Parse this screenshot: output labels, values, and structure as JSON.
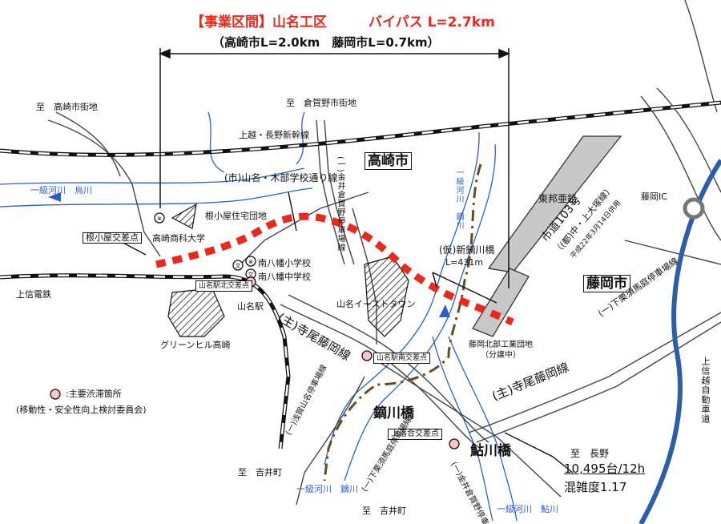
{
  "header": {
    "title_left": "【事業区間】山名工区",
    "title_right": "バイパス L=2.7km",
    "subtitle": "（高崎市L=2.0km　藤岡市L=0.7km）"
  },
  "cities": {
    "takasaki": "高崎市",
    "fujioka": "藤岡市"
  },
  "places": {
    "to_takasaki_center": "至　高崎市街地",
    "to_kuragano": "至　倉賀野市街地",
    "joetsu_shinkansen": "上越・長野新幹線",
    "river_karasu": "一級河川　烏川",
    "road_kanai": "(一)金井倉賀野停車場線",
    "school_road": "(市)山名・木部学校通り線",
    "nekoya_housing": "根小屋住宅団地",
    "nekoya_intersection": "根小屋交差点",
    "takasaki_univ": "高崎商科大学",
    "minami_elem": "南八幡小学校",
    "minami_jhs": "南八幡中学校",
    "joshin_railway": "上信電鉄",
    "yamana_north_int": "山名駅北交差点",
    "yamana_station": "山名駅",
    "yamana_easttown": "山名イーストタウン",
    "teraodo_fujioka": "(主)寺尾藤岡線",
    "greenhill": "グリーンヒル高崎",
    "yamana_south_int": "山名駅南交差点",
    "river_kabura_label": "一級河川　鏑川",
    "new_bridge": "(仮)新鏑川橋",
    "new_bridge_len": "L=431m",
    "toho_zinc": "東邦亜鉛",
    "city_road_103": "市道103号",
    "kamiohtsuka": "（(都)中・上大塚線）",
    "inservice": "平成22年3月14日供用",
    "fujioka_ic": "藤岡IC",
    "shimokurisu": "(一)下栗須馬庭停車場線",
    "industrial_park": "藤岡北部工業団地",
    "under_construction": "（分譲中）",
    "teraodo_fujioka2": "(主)寺尾藤岡線",
    "kaburagawa_bridge": "鏑川橋",
    "ayukawa_bridge": "鮎川橋",
    "kamiochiai": "上落合交差点",
    "asakura_road": "(一)浅賀山名停車場線",
    "to_yoshii": "至　吉井町",
    "to_yoshii2": "至　吉井町",
    "river_kabura_bottom": "一級河川　鏑川",
    "river_ayu": "一級河川　鮎川",
    "shimokurisu2": "(一)下栗須馬庭停車場線",
    "kanai2": "(一)金井倉賀野停車場線",
    "joshinetsu": "上信越自動車道",
    "to_nagano": "至　長野",
    "traffic": "10,495台/12h",
    "congestion": "混雑度1.17"
  },
  "legend": {
    "line1": ":主要渋滞箇所",
    "line2": "(移動性・安全性向上検討委員会)"
  },
  "colors": {
    "project_route": "#e8291c",
    "river": "#2b5fc4",
    "expressway": "#2c5fa8",
    "congestion_point": "#f5c6c6",
    "boundary": "#6b4a22"
  }
}
